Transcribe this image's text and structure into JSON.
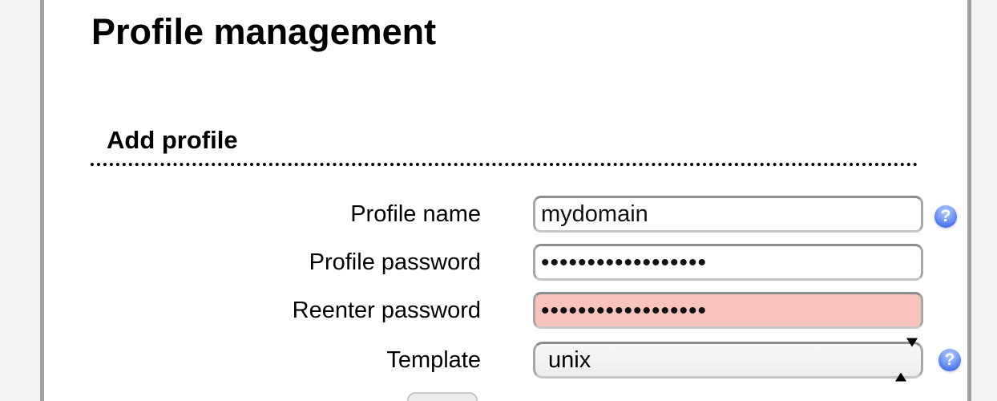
{
  "window": {
    "frame_color": "#a1a1a1",
    "gutter_color": "#f4f4f4"
  },
  "page": {
    "title": "Profile management"
  },
  "section": {
    "heading": "Add profile"
  },
  "form": {
    "profile_name": {
      "label": "Profile name",
      "value": "mydomain"
    },
    "profile_password": {
      "label": "Profile password",
      "value": "••••••••••••••••••"
    },
    "reenter_password": {
      "label": "Reenter password",
      "value": "••••••••••••••••••",
      "error_bg": "#f7c3ba"
    },
    "template": {
      "label": "Template",
      "selected": "unix"
    }
  },
  "icons": {
    "help": "?",
    "help_color": "#4a74f0"
  }
}
